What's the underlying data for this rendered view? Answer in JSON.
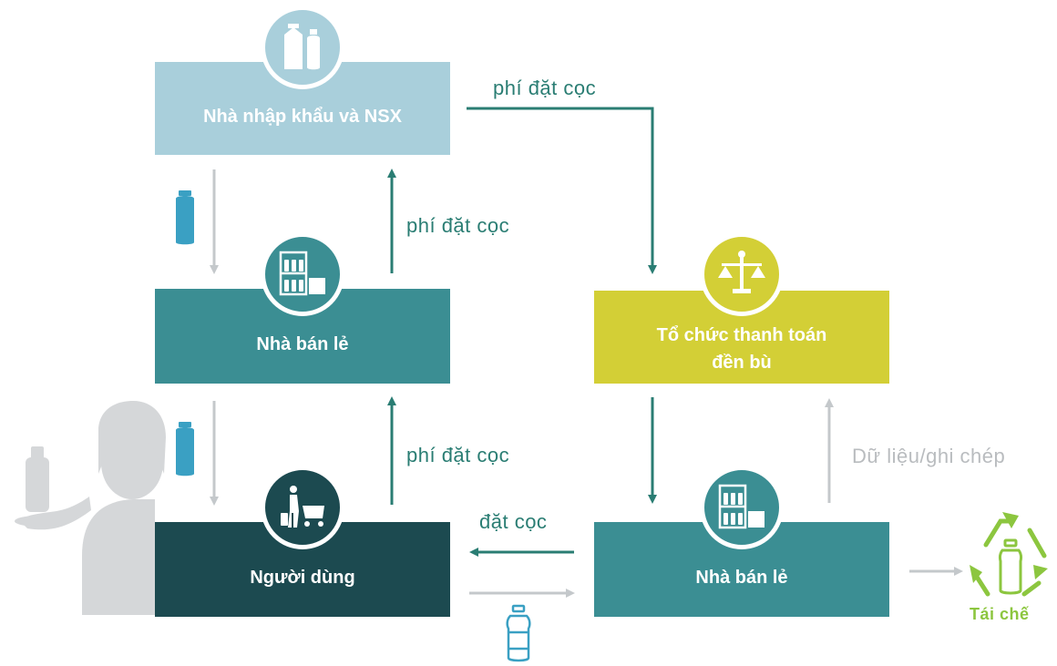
{
  "boxes": {
    "importer": {
      "label": "Nhà nhập khẩu và NSX",
      "color": "#a9cfdb"
    },
    "retailer_left": {
      "label": "Nhà bán lẻ",
      "color": "#3b8e93"
    },
    "user": {
      "label": "Người dùng",
      "color": "#1c4a50"
    },
    "clearing": {
      "label_line1": "Tổ chức thanh toán",
      "label_line2": "đền bù",
      "color": "#d3cf36"
    },
    "retailer_right": {
      "label": "Nhà bán lẻ",
      "color": "#3b8e93"
    }
  },
  "labels": {
    "deposit_fee_top": "phí đặt cọc",
    "deposit_fee_mid": "phí đặt cọc",
    "deposit_fee_low": "phí đặt cọc",
    "deposit": "đặt cọc",
    "data_records": "Dữ liệu/ghi chép",
    "recycle": "Tái chế"
  },
  "colors": {
    "arrow_teal": "#2a7d73",
    "arrow_grey": "#c4c8cb",
    "bottle_blue": "#3aa0c3",
    "person_grey": "#d5d7d9",
    "recycle_green": "#8cc63f"
  },
  "icons": {
    "importer": "milk-carton-bottle-icon",
    "retailer": "store-shelf-icon",
    "user": "shopper-cart-icon",
    "clearing": "scales-of-justice-icon",
    "bottle": "bottle-icon",
    "recycle": "recycle-icon",
    "person": "person-holding-bottle-icon"
  }
}
